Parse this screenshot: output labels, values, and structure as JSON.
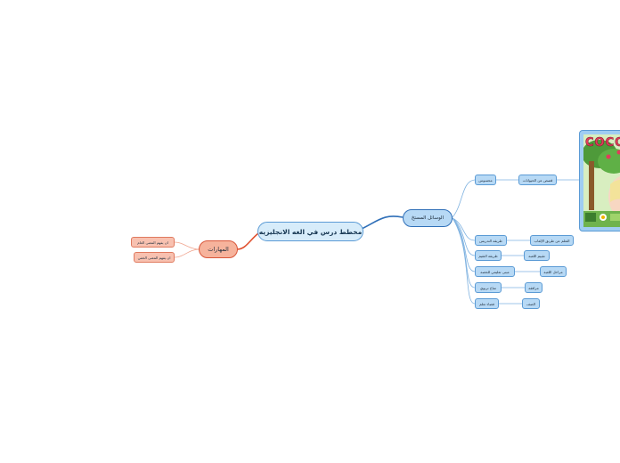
{
  "root": "مخطط درس في الغه الانجليزيه",
  "branches": {
    "tools": {
      "label": "الوسائل المستخ",
      "items": [
        {
          "label": "محسوس",
          "child": "قصص عن الحيوانات"
        },
        {
          "label": "طريقه التدريس",
          "child": "التعلم عن طريق الإلعاب"
        },
        {
          "label": "طريقه التقيم",
          "child": "تقييم اللعبه"
        },
        {
          "label": "مبنى تعليمي للحصه",
          "child": "مراحل اللعبه"
        },
        {
          "label": "مناخ تربوي",
          "child": "مرافقه"
        },
        {
          "label": "فضاء تعلم",
          "child": "الصف"
        }
      ]
    },
    "skills": {
      "label": "المهارات",
      "items": [
        "ان يفهم المعنى العام",
        "ان يفهم المعنى الخفي"
      ]
    }
  },
  "image": {
    "title": "COCO"
  },
  "colors": {
    "blue_line": "#2f6fb8",
    "light_blue_line": "#7fb2e0",
    "red_line": "#e0502e",
    "light_red_line": "#f0a48e"
  }
}
